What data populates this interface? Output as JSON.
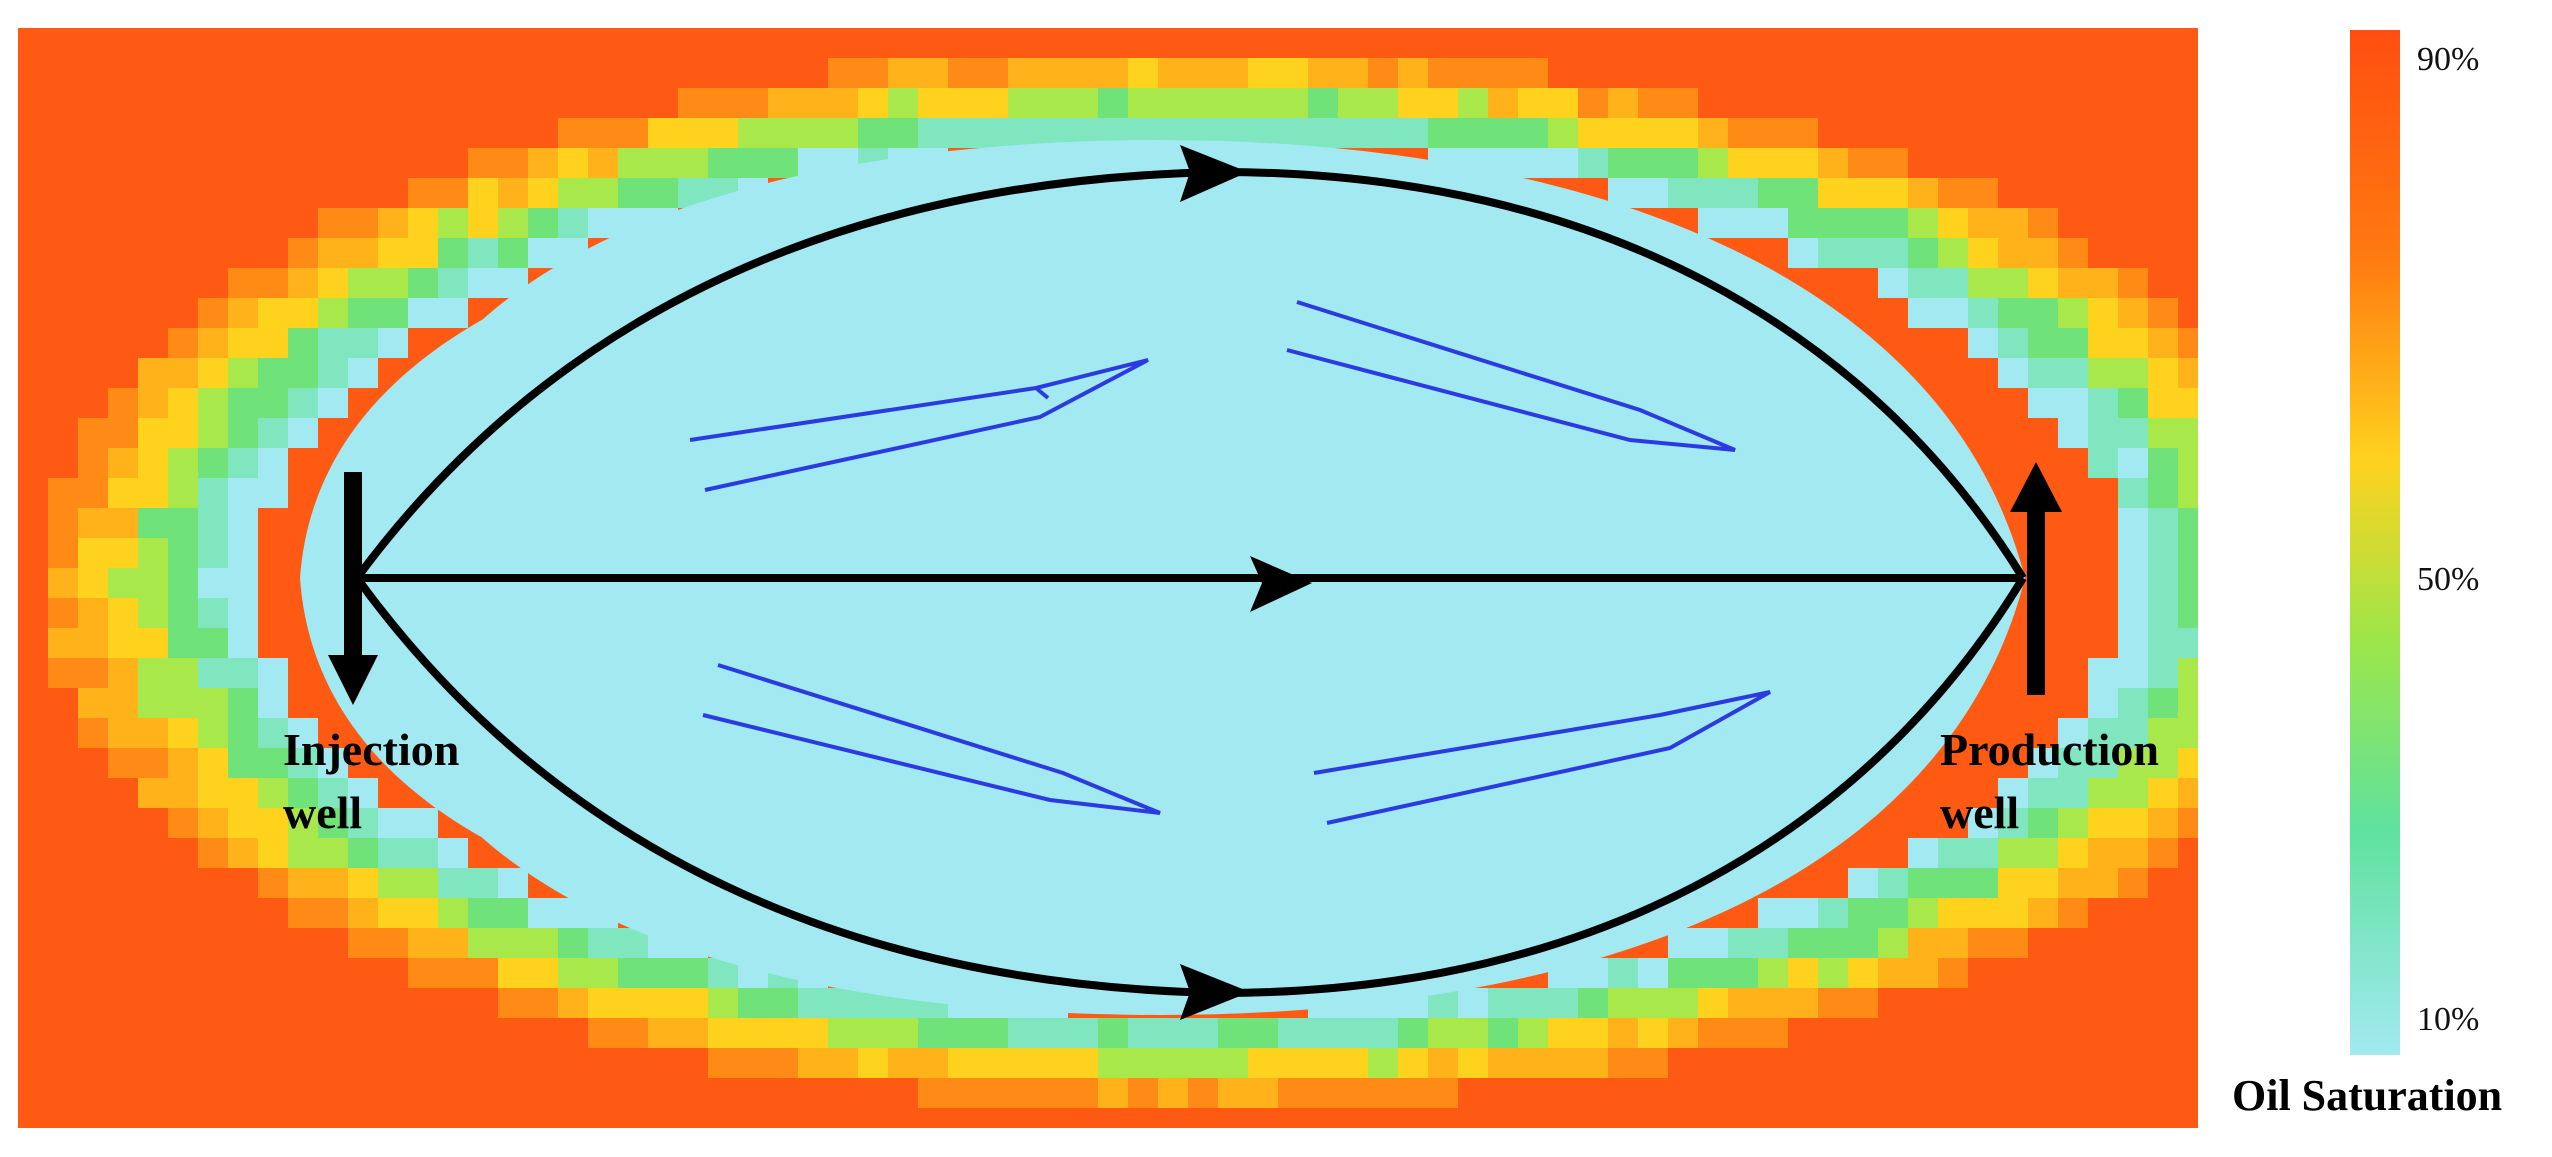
{
  "labels": {
    "injection_line1": "Injection",
    "injection_line2": "well",
    "production_line1": "Production",
    "production_line2": "well"
  },
  "colorbar": {
    "title": "Oil Saturation",
    "ticks": [
      "90%",
      "50%",
      "10%"
    ]
  },
  "colors": {
    "oil_high": "#FF5A14",
    "oil_mid": "#FFD21E",
    "transition": "#6FE27A",
    "swept_low": "#A2E9F1",
    "streamline": "#000000",
    "flow_arrow": "#2B3BE0"
  },
  "icons": {
    "well_arrow": "arrow-icon",
    "flow_direction": "double-line-arrow-icon"
  }
}
